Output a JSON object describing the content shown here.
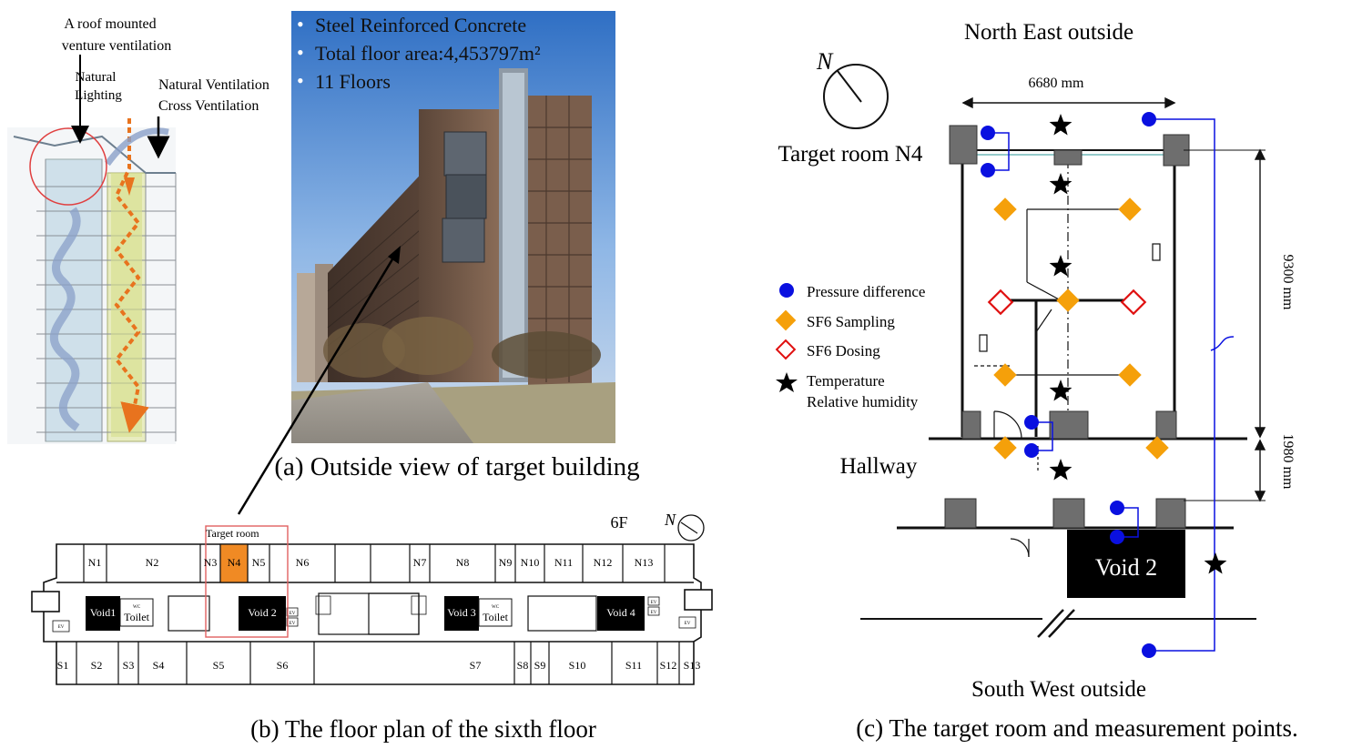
{
  "panel_a": {
    "section_labels": {
      "roof_vent_line1": "A roof mounted",
      "roof_vent_line2": "venture ventilation",
      "natural_light_line1": "Natural",
      "natural_light_line2": "Lighting",
      "nat_vent_line1": "Natural Ventilation",
      "nat_vent_line2": "Cross Ventilation"
    },
    "photo_bullets": [
      "Steel Reinforced Concrete",
      "Total floor area:4,453797m²",
      "11 Floors"
    ],
    "bullet_glyph": "•",
    "caption": "(a) Outside view of target building"
  },
  "panel_b": {
    "floor_label": "6F",
    "north": "N",
    "target_label": "Target room",
    "north_rooms": [
      "N1",
      "N2",
      "N3",
      "N4",
      "N5",
      "N6",
      "N7",
      "N8",
      "N9",
      "N10",
      "N11",
      "N12",
      "N13"
    ],
    "south_rooms": [
      "S1",
      "S2",
      "S3",
      "S4",
      "S5",
      "S6",
      "S7",
      "S8",
      "S9",
      "S10",
      "S11",
      "S12",
      "S13"
    ],
    "voids": [
      "Void1",
      "Void 2",
      "Void 3",
      "Void 4"
    ],
    "toilet": "Toilet",
    "ev": "EV",
    "wc": "WC",
    "caption": "(b) The floor plan of the sixth floor"
  },
  "panel_c": {
    "north_east": "North East outside",
    "south_west": "South West outside",
    "north": "N",
    "target_room": "Target room N4",
    "hallway": "Hallway",
    "void": "Void 2",
    "dim_width": "6680 mm",
    "dim_height": "9300 mm",
    "dim_hall": "1980 mm",
    "legend": {
      "pressure": "Pressure difference",
      "sampling": "SF6 Sampling",
      "dosing": "SF6 Dosing",
      "temp_line1": "Temperature",
      "temp_line2": "Relative humidity"
    },
    "caption": "(c) The target room and measurement points."
  },
  "colors": {
    "pressure_dot": "#0a10e0",
    "sampling": "#f5a00a",
    "dosing": "#e01010",
    "target_fill": "#f08a24",
    "target_box": "#e06060",
    "column": "#6e6e6e",
    "arrow_orange": "#e8731e"
  }
}
